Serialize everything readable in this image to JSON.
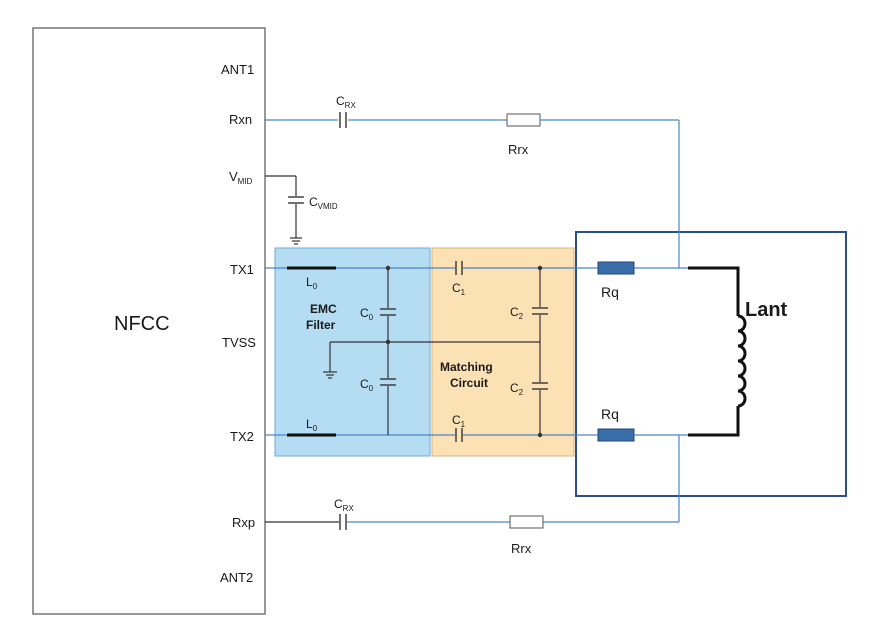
{
  "chip": {
    "name": "NFCC",
    "pins": {
      "ant1": "ANT1",
      "rxn": "Rxn",
      "vmid": "V",
      "vmid_sub": "MID",
      "tx1": "TX1",
      "tvss": "TVSS",
      "tx2": "TX2",
      "rxp": "Rxp",
      "ant2": "ANT2"
    }
  },
  "rx_top": {
    "cap": "C",
    "cap_sub": "RX",
    "res": "Rrx"
  },
  "rx_bottom": {
    "cap": "C",
    "cap_sub": "RX",
    "res": "Rrx"
  },
  "vmid_cap": {
    "label": "C",
    "sub": "VMID"
  },
  "emc_filter": {
    "title_line1": "EMC",
    "title_line2": "Filter",
    "inductor": "L",
    "inductor_sub": "0",
    "cap": "C",
    "cap_sub": "0",
    "fill_color": "#b4dcf2"
  },
  "matching": {
    "title_line1": "Matching",
    "title_line2": "Circuit",
    "c1": "C",
    "c1_sub": "1",
    "c2": "C",
    "c2_sub": "2",
    "fill_color": "#fbe1b4"
  },
  "antenna": {
    "rq": "Rq",
    "coil": "Lant",
    "box_color": "#2b4f8a",
    "resistor_color": "#3a6ea8"
  },
  "wire_color": "#4a86c8"
}
